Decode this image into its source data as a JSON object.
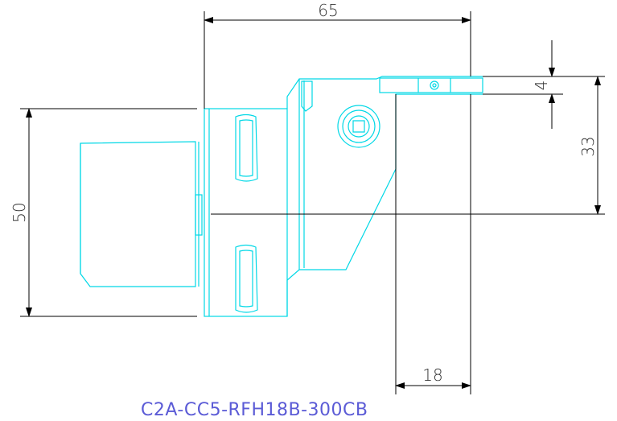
{
  "drawing": {
    "dimensions": {
      "width_top": "65",
      "height_left": "50",
      "offset_right": "33",
      "slot_width": "4",
      "bottom_width": "18"
    },
    "part_number": "C2A-CC5-RFH18B-300CB",
    "colors": {
      "part_outline": "#00d8e6",
      "dimension_lines": "#000000",
      "part_number_text": "#5b5bd6"
    }
  }
}
